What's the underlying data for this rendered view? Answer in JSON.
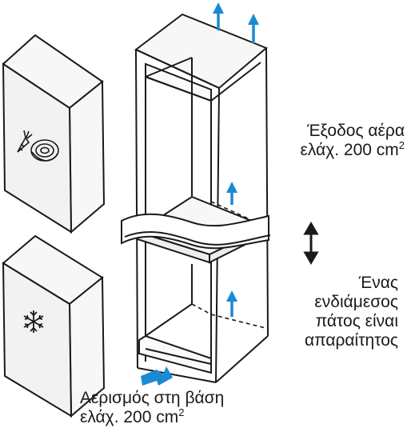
{
  "labels": {
    "air_outlet": {
      "line1": "Έξοδος αέρα",
      "line2": "ελάχ. 200 cm",
      "sup": "2"
    },
    "intermediate_floor": {
      "line1": "Ένας",
      "line2": "ενδιάμεσος",
      "line3": "πάτος είναι",
      "line4": "απαραίτητος"
    },
    "base_ventilation": {
      "line1": "Αερισμός στη βάση",
      "line2": "ελάχ. 200 cm",
      "sup": "2"
    }
  },
  "icons": {
    "upper_door": [
      "carrot-icon",
      "cabbage-icon"
    ],
    "lower_door": [
      "snowflake-icon"
    ]
  },
  "colors": {
    "line": "#1a1a1a",
    "panel_fill": "#f7f7f7",
    "arrow_blue": "#1a8ad4"
  }
}
